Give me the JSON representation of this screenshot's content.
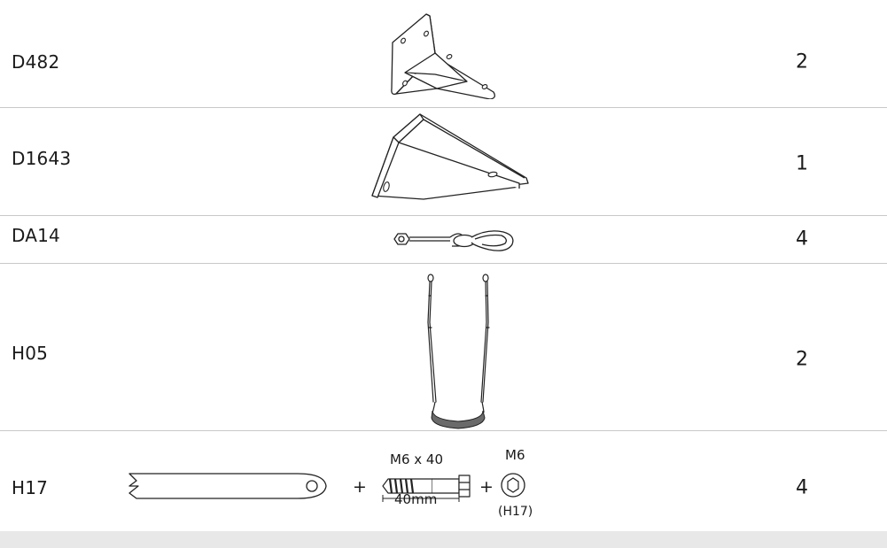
{
  "parts": [
    {
      "code": "D482",
      "quantity": "2",
      "part_icon": "corner-bracket-icon"
    },
    {
      "code": "D1643",
      "quantity": "1",
      "part_icon": "angled-bracket-icon"
    },
    {
      "code": "DA14",
      "quantity": "4",
      "part_icon": "eye-bolt-hook-icon"
    },
    {
      "code": "H05",
      "quantity": "2",
      "part_icon": "swing-seat-icon"
    },
    {
      "code": "H17",
      "quantity": "4",
      "part_icon": "strap-bolt-nut-icon"
    }
  ],
  "h17_details": {
    "plus_sign": "+",
    "bolt_spec": "M6 x 40",
    "bolt_length": "40mm",
    "nut_spec": "M6",
    "nut_ref": "(H17)"
  }
}
